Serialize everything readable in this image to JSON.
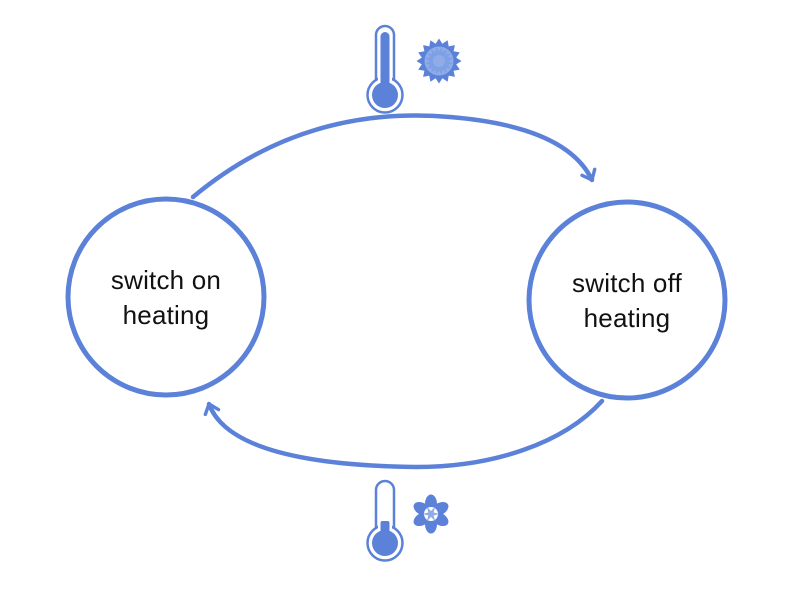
{
  "diagram": {
    "background": "#ffffff",
    "colors": {
      "primary": "#5b82d8",
      "light_fill": "#8fabe8",
      "inner_accent": "#7ea0e5",
      "text": "#111111"
    },
    "states": [
      {
        "label": "switch on heating"
      },
      {
        "label": "switch off heating"
      }
    ],
    "transitions": [
      {
        "from": "switch on heating",
        "to": "switch off heating",
        "icons": [
          "thermometer-full-icon",
          "sun-icon"
        ]
      },
      {
        "from": "switch off heating",
        "to": "switch on heating",
        "icons": [
          "thermometer-low-icon",
          "snowflake-icon"
        ]
      }
    ]
  }
}
